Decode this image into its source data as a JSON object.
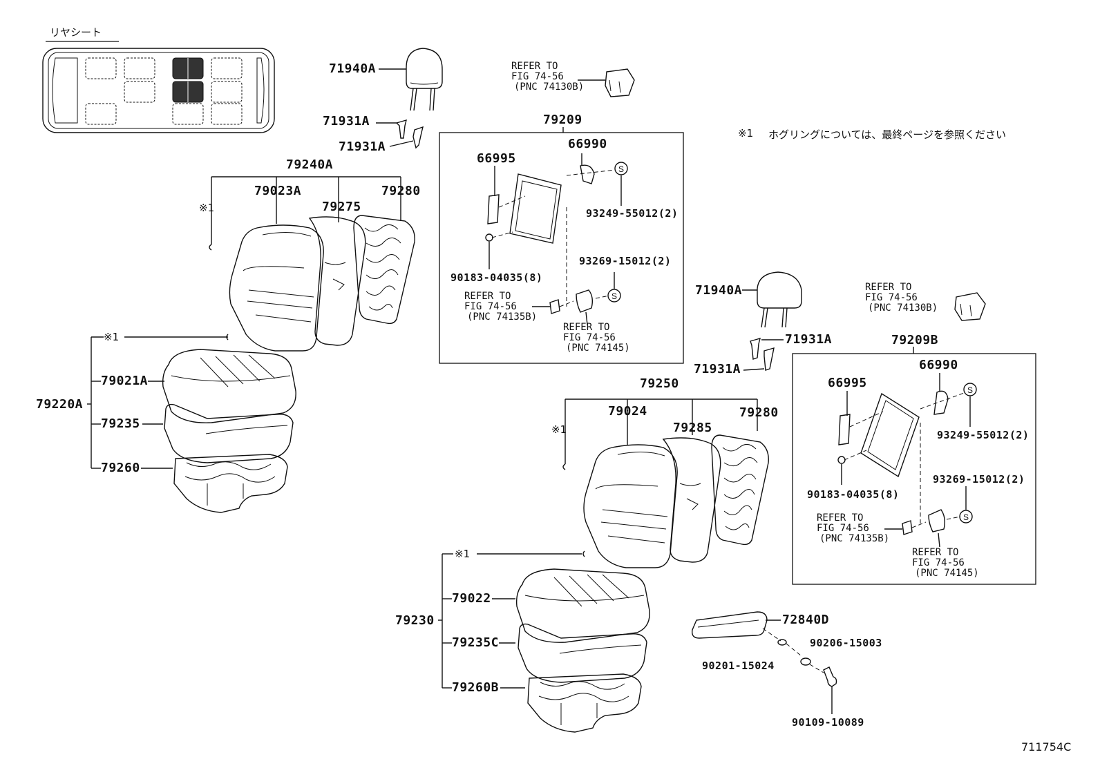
{
  "header": {
    "rear_seat_label": "リヤシート"
  },
  "note": {
    "mark": "※1",
    "text": "ホグリングについては、最終ページを参照ください"
  },
  "figure_number": "711754C",
  "references": {
    "ref1": {
      "l1": "REFER TO",
      "l2": "FIG 74-56",
      "l3": "(PNC 74130B)"
    },
    "ref2": {
      "l1": "REFER TO",
      "l2": "FIG 74-56",
      "l3": "(PNC 74135B)"
    },
    "ref3": {
      "l1": "REFER TO",
      "l2": "FIG 74-56",
      "l3": "(PNC 74145)"
    },
    "ref4": {
      "l1": "REFER TO",
      "l2": "FIG 74-56",
      "l3": "(PNC 74130B)"
    },
    "ref5": {
      "l1": "REFER TO",
      "l2": "FIG 74-56",
      "l3": "(PNC 74135B)"
    },
    "ref6": {
      "l1": "REFER TO",
      "l2": "FIG 74-56",
      "l3": "(PNC 74145)"
    }
  },
  "parts": {
    "p71940A_1": "71940A",
    "p71931A_1": "71931A",
    "p71931A_2": "71931A",
    "p79240A": "79240A",
    "p79023A": "79023A",
    "p79275": "79275",
    "p79280_1": "79280",
    "p79209": "79209",
    "p66995_1": "66995",
    "p66990_1": "66990",
    "p93249_1": "93249-55012(2)",
    "p90183_1": "90183-04035(8)",
    "p93269_1": "93269-15012(2)",
    "p79220A": "79220A",
    "p79021A": "79021A",
    "p79235": "79235",
    "p79260": "79260",
    "p71940A_2": "71940A",
    "p71931A_3": "71931A",
    "p71931A_4": "71931A",
    "p79209B": "79209B",
    "p66990_2": "66990",
    "p66995_2": "66995",
    "p93249_2": "93249-55012(2)",
    "p90183_2": "90183-04035(8)",
    "p93269_2": "93269-15012(2)",
    "p79250": "79250",
    "p79024": "79024",
    "p79285": "79285",
    "p79280_2": "79280",
    "p79230": "79230",
    "p79022": "79022",
    "p79235C": "79235C",
    "p79260B": "79260B",
    "p72840D": "72840D",
    "p90206": "90206-15003",
    "p90201": "90201-15024",
    "p90109": "90109-10089"
  },
  "marks": {
    "m1": "※1",
    "m2": "※1",
    "m3": "※1",
    "m4": "※1"
  }
}
